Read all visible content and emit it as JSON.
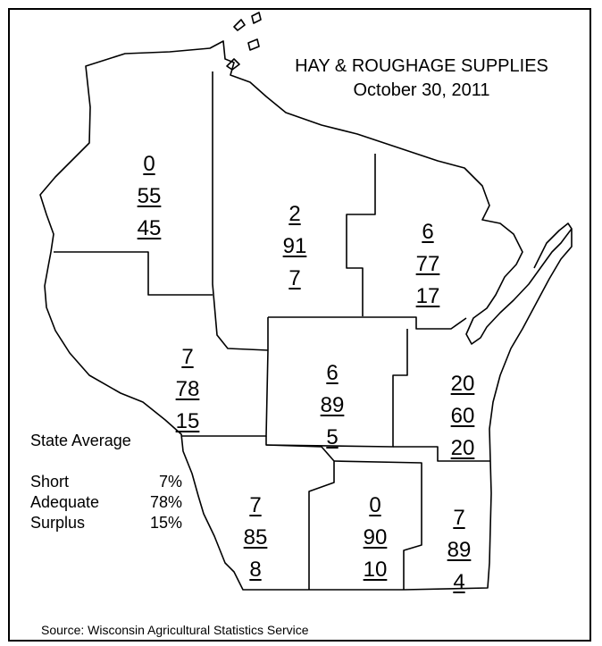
{
  "title_line1": "HAY & ROUGHAGE SUPPLIES",
  "title_line2": "October 30, 2011",
  "regions": [
    {
      "name": "northwest",
      "short": "0",
      "adequate": "55",
      "surplus": "45"
    },
    {
      "name": "north-central",
      "short": "2",
      "adequate": "91",
      "surplus": "7"
    },
    {
      "name": "northeast",
      "short": "6",
      "adequate": "77",
      "surplus": "17"
    },
    {
      "name": "west-central",
      "short": "7",
      "adequate": "78",
      "surplus": "15"
    },
    {
      "name": "central",
      "short": "6",
      "adequate": "89",
      "surplus": "5"
    },
    {
      "name": "east-central",
      "short": "20",
      "adequate": "60",
      "surplus": "20"
    },
    {
      "name": "southwest",
      "short": "7",
      "adequate": "85",
      "surplus": "8"
    },
    {
      "name": "south-central",
      "short": "0",
      "adequate": "90",
      "surplus": "10"
    },
    {
      "name": "southeast",
      "short": "7",
      "adequate": "89",
      "surplus": "4"
    }
  ],
  "state_average": {
    "title": "State Average",
    "rows": [
      {
        "label": "Short",
        "value": "7%"
      },
      {
        "label": "Adequate",
        "value": "78%"
      },
      {
        "label": "Surplus",
        "value": "15%"
      }
    ]
  },
  "source": "Source: Wisconsin Agricultural Statistics Service"
}
